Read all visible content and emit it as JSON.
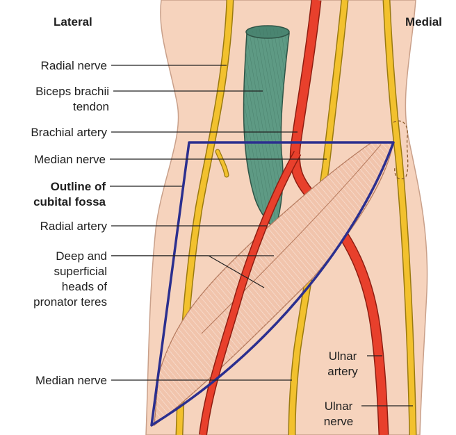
{
  "header": {
    "lateral": "Lateral",
    "medial": "Medial"
  },
  "labels": {
    "radial_nerve": "Radial nerve",
    "biceps_tendon_1": "Biceps brachii",
    "biceps_tendon_2": "tendon",
    "brachial_artery": "Brachial artery",
    "median_nerve_upper": "Median nerve",
    "outline_1": "Outline of",
    "outline_2": "cubital fossa",
    "radial_artery": "Radial artery",
    "pronator_1": "Deep and",
    "pronator_2": "superficial",
    "pronator_3": "heads of",
    "pronator_4": "pronator teres",
    "median_nerve_lower": "Median nerve",
    "ulnar_artery_1": "Ulnar",
    "ulnar_artery_2": "artery",
    "ulnar_nerve_1": "Ulnar",
    "ulnar_nerve_2": "nerve"
  },
  "colors": {
    "skin": "#f6d3bd",
    "skin_outline": "#c9a08a",
    "nerve": "#f2c12e",
    "nerve_outline": "#9a7a10",
    "artery": "#e8402c",
    "artery_outline": "#8f1e12",
    "tendon": "#5e9a84",
    "muscle": "#f1c4ac",
    "fossa_outline": "#2b2f8f",
    "leader": "#222222"
  }
}
